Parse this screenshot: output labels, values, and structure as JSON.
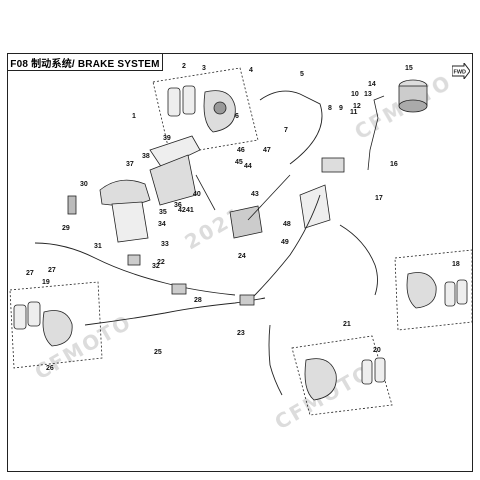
{
  "title": "F08 制动系统/ BRAKE SYSTEM",
  "fwd_label": "FWD",
  "watermark": {
    "text_top": "CFMOTO",
    "text_left": "CFMOTO",
    "text_mid": "2021",
    "text_bottom": "CFMOTO",
    "color": "#d9d9d9"
  },
  "colors": {
    "line": "#222222",
    "part_fill": "#f2f2f2",
    "part_dark": "#555555"
  },
  "callouts": {
    "n1": "1",
    "n2": "2",
    "n3": "3",
    "n4": "4",
    "n5": "5",
    "n6": "6",
    "n7": "7",
    "n8": "8",
    "n9": "9",
    "n10": "10",
    "n11": "11",
    "n12": "12",
    "n13": "13",
    "n14": "14",
    "n15": "15",
    "n16": "16",
    "n17": "17",
    "n18": "18",
    "n19": "19",
    "n20": "20",
    "n21": "21",
    "n22": "22",
    "n23": "23",
    "n24": "24",
    "n25": "25",
    "n26": "26",
    "n27": "27",
    "n28": "28",
    "n29": "29",
    "n30": "30",
    "n31": "31",
    "n32": "32",
    "n33": "33",
    "n34": "34",
    "n35": "35",
    "n36": "36",
    "n37": "37",
    "n38": "38",
    "n39": "39",
    "n40": "40",
    "n41": "41",
    "n42": "42",
    "n43": "43",
    "n44": "44",
    "n45": "45",
    "n46": "46",
    "n47": "47",
    "n48": "48",
    "n49": "49"
  }
}
